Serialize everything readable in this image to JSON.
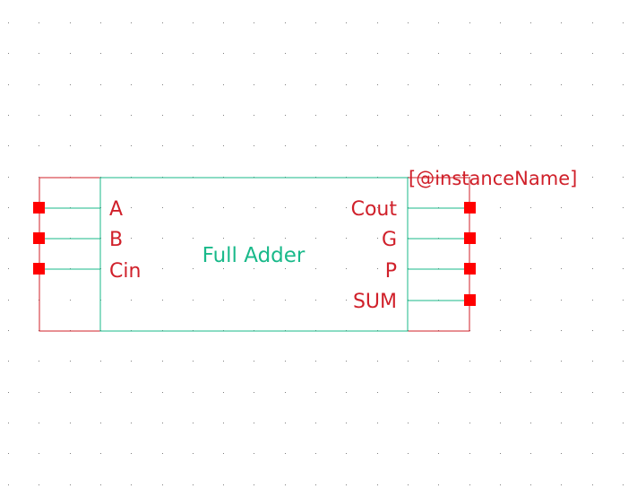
{
  "symbol": {
    "title": "Full Adder",
    "instance_label": "[@instanceName]",
    "inputs": [
      "A",
      "B",
      "Cin"
    ],
    "outputs": [
      "Cout",
      "G",
      "P",
      "SUM"
    ]
  },
  "colors": {
    "body": "#19b98a",
    "selection": "#d0202a",
    "pin": "#ff0000",
    "grid_dot": "#7f7f7f",
    "background": "#ffffff"
  }
}
